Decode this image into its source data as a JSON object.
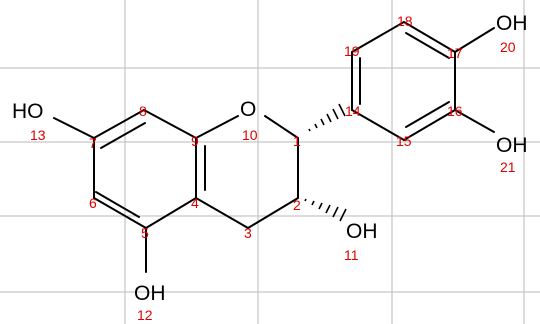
{
  "molecule": {
    "heteroatom_labels": {
      "o_ring": "O",
      "oh_7": "HO",
      "oh_5": "OH",
      "oh_2": "OH",
      "oh_17": "OH",
      "oh_16": "OH"
    },
    "atom_indices": {
      "a1": "1",
      "a2": "2",
      "a3": "3",
      "a4": "4",
      "a5": "5",
      "a6": "6",
      "a7": "7",
      "a8": "8",
      "a9": "9",
      "a10": "10",
      "a11": "11",
      "a12": "12",
      "a13": "13",
      "a14": "14",
      "a15": "15",
      "a16": "16",
      "a17": "17",
      "a18": "18",
      "a19": "19",
      "a20": "20",
      "a21": "21"
    },
    "colors": {
      "bond": "#000000",
      "atom_label": "#000000",
      "index_label": "#e00000",
      "grid": "#c8c8c8"
    }
  }
}
